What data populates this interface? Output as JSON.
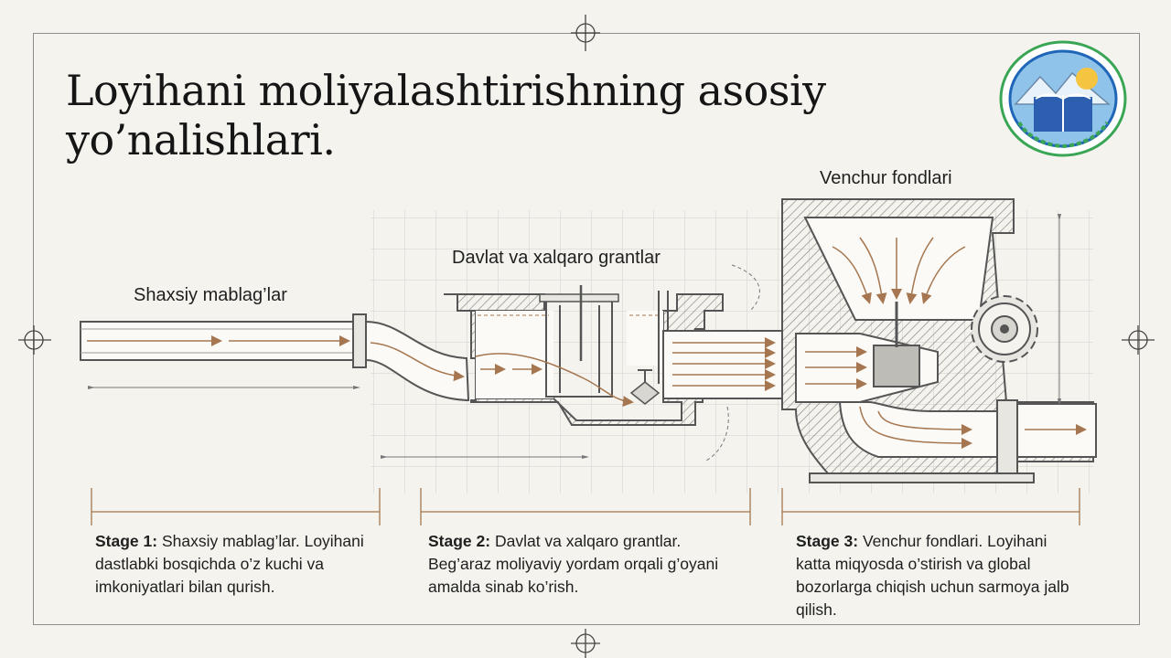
{
  "title": "Loyihani moliyalashtirishning asosiy yo’nalishlari.",
  "labels": {
    "personal": "Shaxsiy mablag’lar",
    "grants": "Davlat va xalqaro grantlar",
    "venture": "Venchur fondlari"
  },
  "stages": [
    {
      "heading": "Stage 1:",
      "text": "Shaxsiy mablag’lar. Loyihani dastlabki bosqichda o’z kuchi va imkoniyatlari bilan qurish."
    },
    {
      "heading": "Stage 2:",
      "text": "Davlat va xalqaro grantlar. Beg’araz moliyaviy yordam orqali g’oyani amalda sinab ko’rish."
    },
    {
      "heading": "Stage 3:",
      "text": "Venchur fondlari. Loyihani katta miqyosda o’stirish va global bozorlarga chiqish uchun sarmoya jalb qilish."
    }
  ],
  "colors": {
    "background": "#f4f3ee",
    "line": "#555555",
    "flow_arrow": "#a5764f",
    "hatch": "#8a8a8a"
  },
  "logo": {
    "icon": "university-emblem-icon"
  }
}
